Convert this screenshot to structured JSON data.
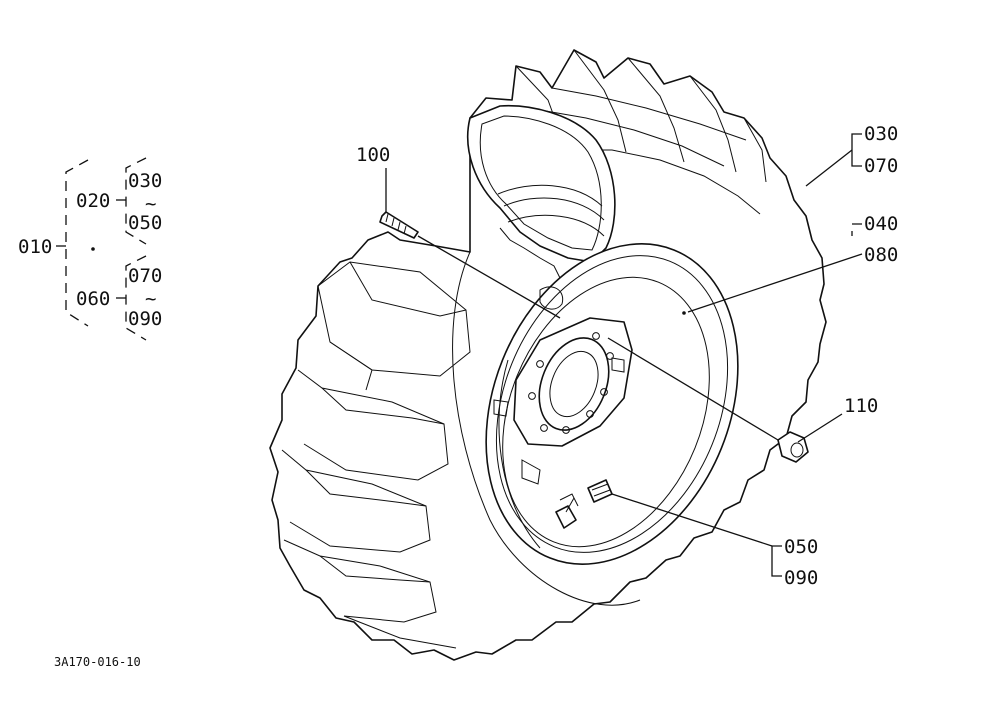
{
  "tree": {
    "root": "010",
    "group_a": {
      "code": "020",
      "top": "030",
      "tilde": "~",
      "bottom": "050"
    },
    "group_b": {
      "code": "060",
      "top": "070",
      "tilde": "~",
      "bottom": "090"
    }
  },
  "callouts": {
    "stud": "100",
    "nut": "110",
    "tire_top": "030",
    "tire_bottom": "070",
    "rim_top": "040",
    "rim_bottom": "080",
    "valve_top": "050",
    "valve_bottom": "090"
  },
  "drawing_id": "3A170-016-10"
}
